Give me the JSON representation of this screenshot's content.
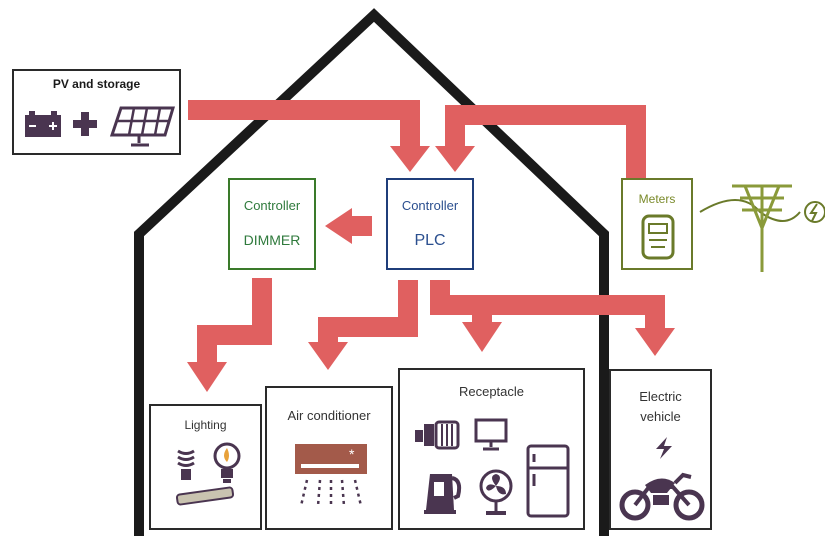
{
  "pv_storage": {
    "title": "PV and storage",
    "battery_icon": "battery-icon",
    "plus_icon": "plus-icon",
    "panel_icon": "solar-panel-icon"
  },
  "controller_dimmer": {
    "line1": "Controller",
    "line2": "DIMMER"
  },
  "controller_plc": {
    "line1": "Controller",
    "line2": "PLC"
  },
  "meters": {
    "title": "Meters",
    "meter_icon": "electric-meter-icon",
    "pole_icon": "power-pole-icon",
    "plug_icon": "power-plug-icon"
  },
  "lighting": {
    "title": "Lighting",
    "icons": [
      "cfl-bulb-icon",
      "incandescent-bulb-icon",
      "tube-light-icon"
    ]
  },
  "air_conditioner": {
    "title": "Air conditioner",
    "icon": "air-conditioner-icon"
  },
  "receptacle": {
    "title": "Receptacle",
    "icons": [
      "motor-icon",
      "monitor-icon",
      "kettle-icon",
      "fan-icon",
      "refrigerator-icon"
    ]
  },
  "electric_vehicle": {
    "line1": "Electric",
    "line2": "vehicle",
    "icons": [
      "lightning-icon",
      "motorcycle-icon"
    ]
  },
  "colors": {
    "arrow": "#e06060",
    "dimmer_border": "#3a7a2a",
    "dimmer_text": "#2f7a3c",
    "plc_border": "#1f3d7a",
    "plc_text": "#2b4f8f",
    "house_outline": "#1a1a1a",
    "meters_border": "#6a7a2a",
    "meters_text": "#7a8a2a",
    "icon_dark": "#4a3550",
    "icon_grey": "#555555"
  }
}
